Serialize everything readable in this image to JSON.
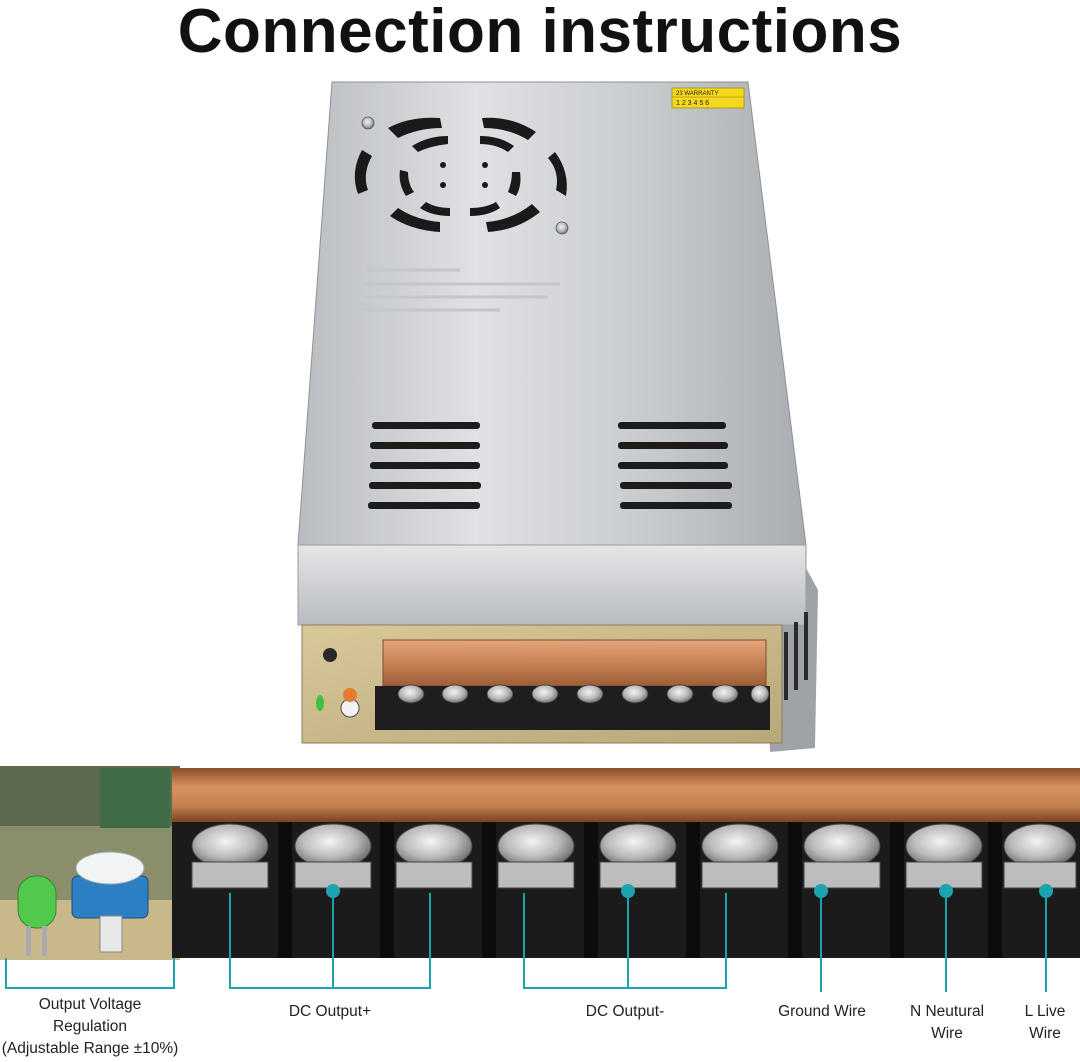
{
  "title": "Connection instructions",
  "warranty_sticker": {
    "top": "23 WARRANTY",
    "digits": "1 2 3 4 5 6"
  },
  "labels": {
    "regulation": {
      "line1": "Output Voltage",
      "line2": "Regulation",
      "line3": "(Adjustable Range ±10%)"
    },
    "dc_plus": "DC Output+",
    "dc_minus": "DC Output-",
    "ground": "Ground Wire",
    "neutral": {
      "line1": "N Neutural",
      "line2": "Wire"
    },
    "live": {
      "line1": "L  Live",
      "line2": "Wire"
    }
  },
  "colors": {
    "accent": "#1ba3b0",
    "copper": "#c8875a",
    "case": "#c9ccd0",
    "terminal_block": "#1b1b1b"
  }
}
